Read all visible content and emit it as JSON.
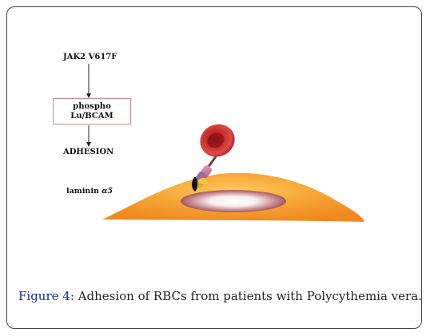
{
  "diagram": {
    "labels": {
      "jak2": "JAK2 V617F",
      "phospho_line1": "phospho",
      "phospho_line2": "Lu/BCAM",
      "adhesion": "ADHESION",
      "laminin_text": "laminin ",
      "laminin_greek": "α5"
    }
  },
  "caption": {
    "figure_label": "Figure 4:",
    "text": " Adhesion of RBCs from patients with Polycythemia vera."
  },
  "colors": {
    "frame_border": "#444444",
    "box_border": "#c98a8a",
    "cell_orange": "#f5a031",
    "rbc_red": "#c4282a",
    "caption_label": "#1a2a88"
  }
}
